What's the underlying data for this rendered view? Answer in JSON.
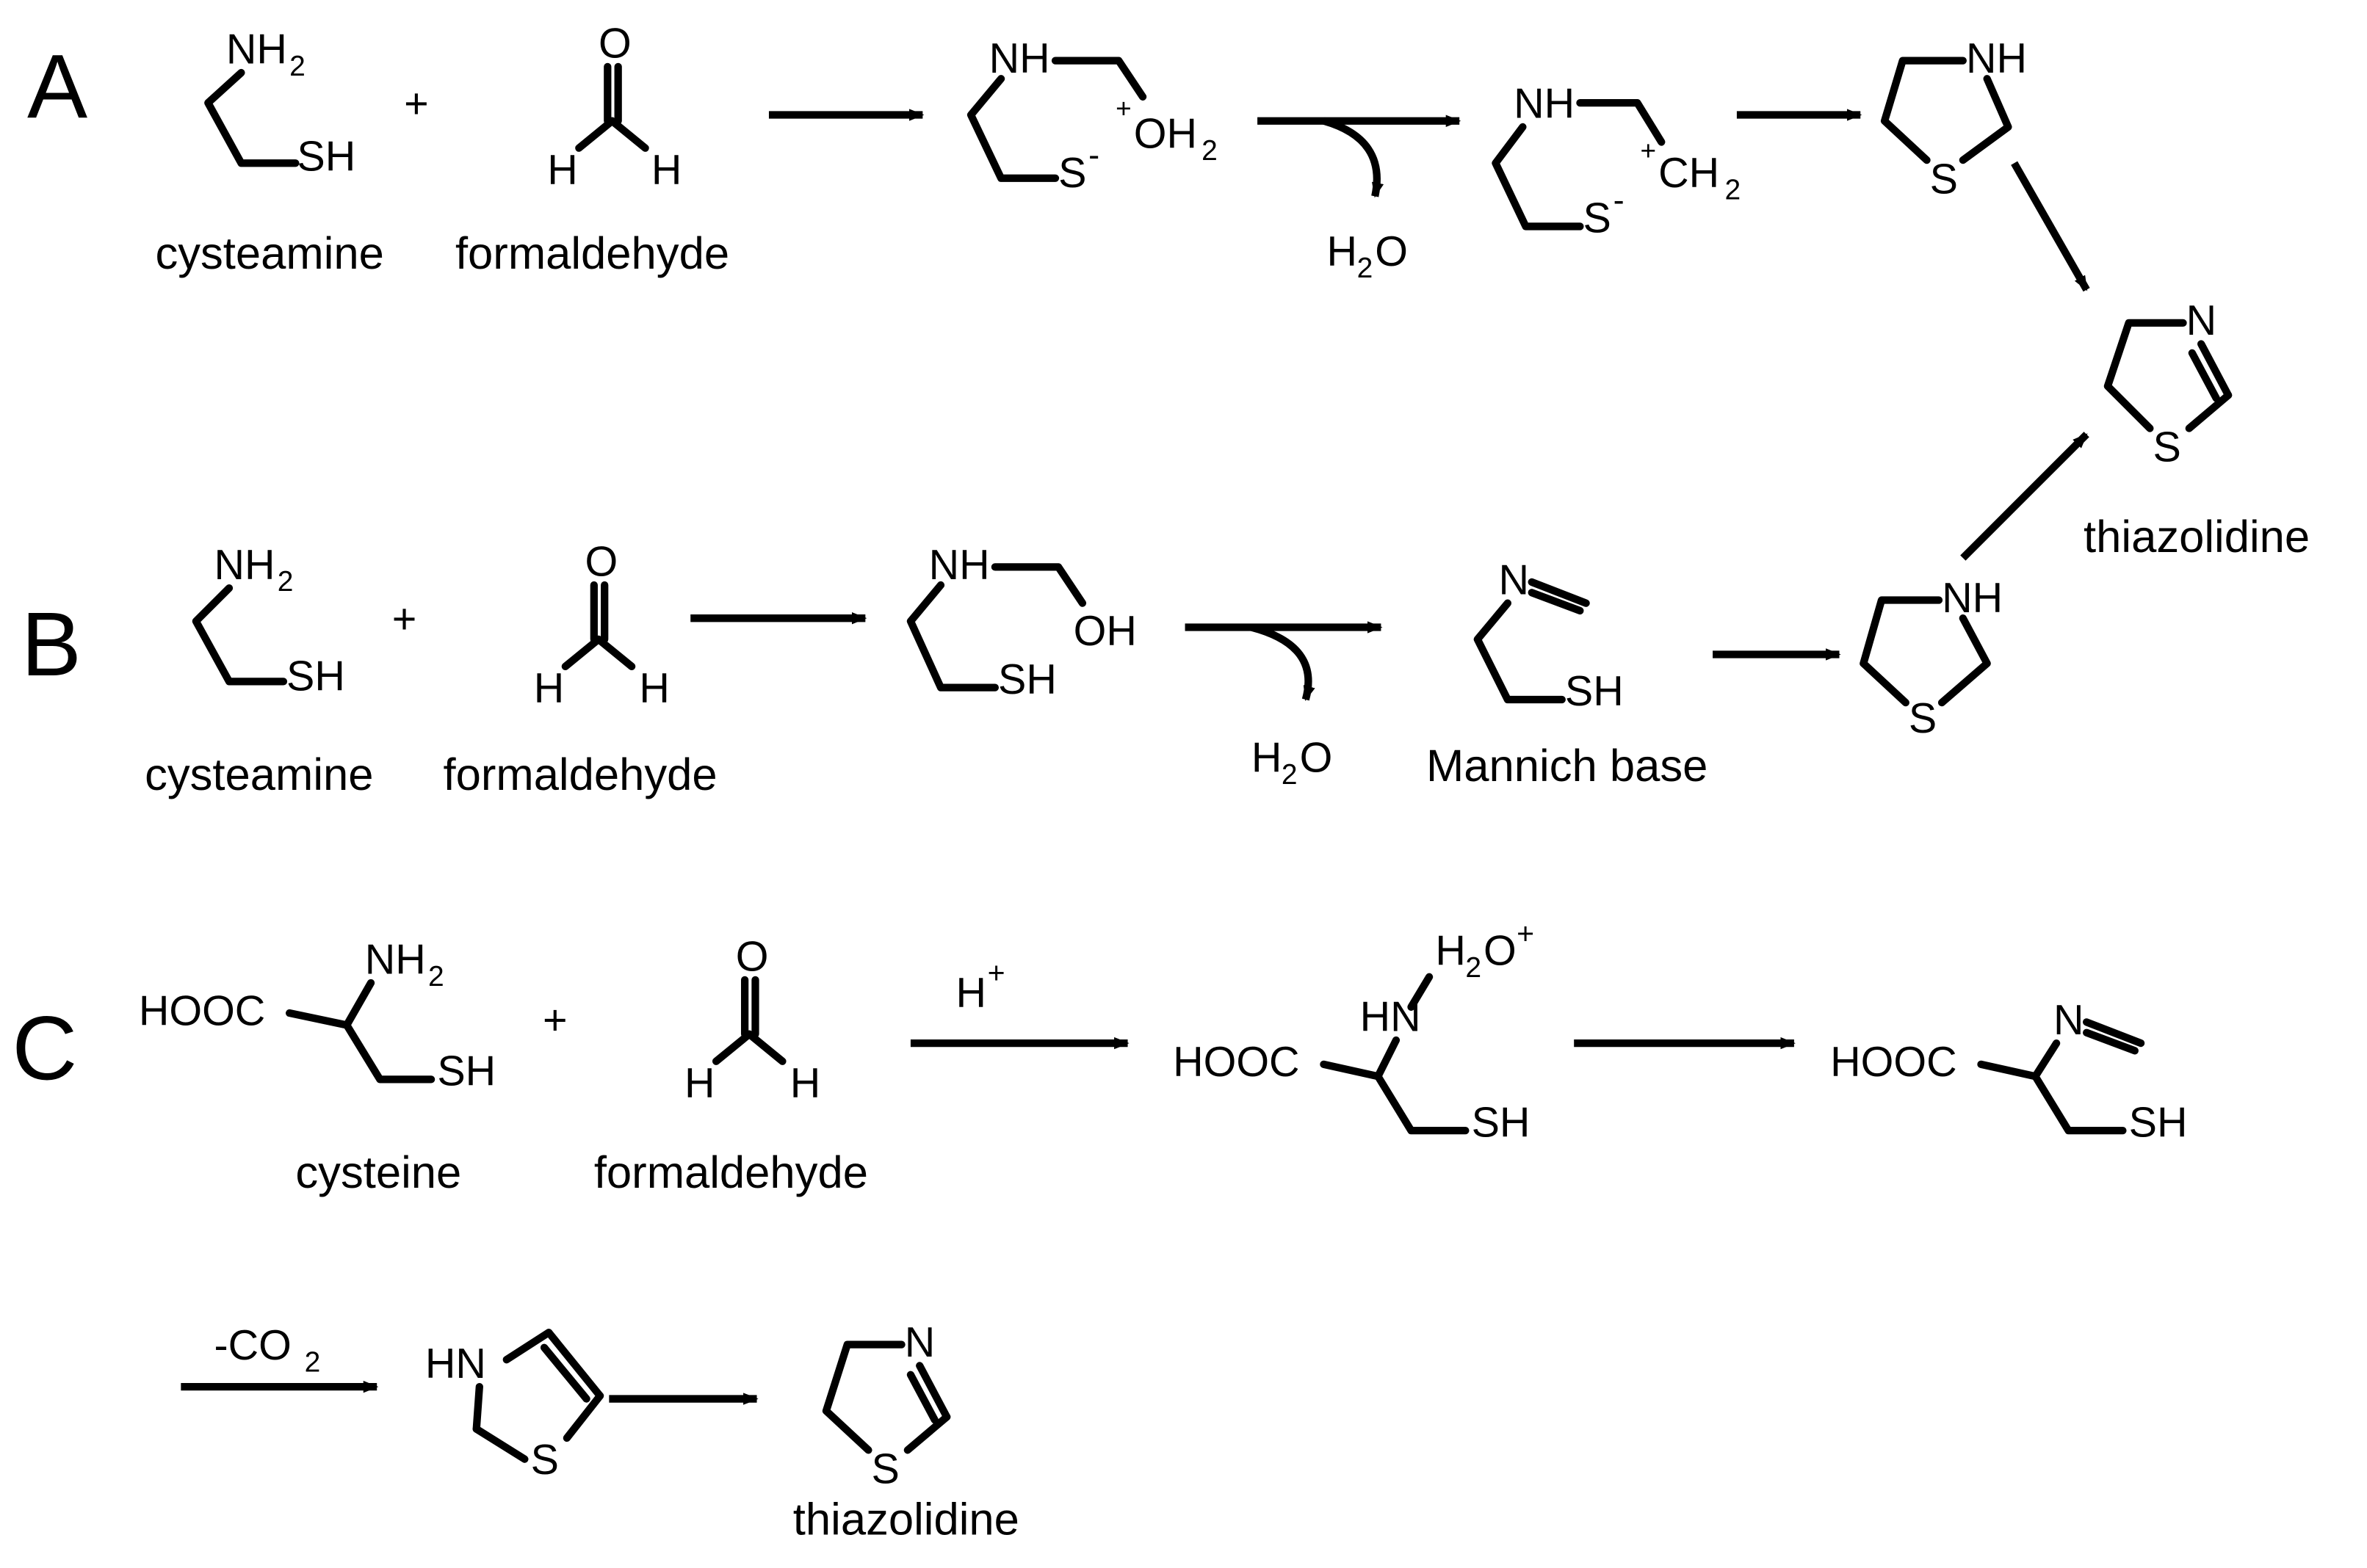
{
  "panels": {
    "a": "A",
    "b": "B",
    "c": "C"
  },
  "atoms": {
    "nh2": "NH",
    "sh": "SH",
    "nh": "NH",
    "hn": "HN",
    "n": "N",
    "s": "S",
    "o": "O",
    "h": "H",
    "oh": "OH",
    "oh_plus": "OH",
    "ch": "CH",
    "hooc": "HOOC",
    "h2o_h": "H",
    "h2o_o": "O",
    "co2": "-CO",
    "sub_2": "2",
    "sup_plus": "+",
    "sup_minus": "-"
  },
  "labels": {
    "cysteamine": "cysteamine",
    "formaldehyde": "formaldehyde",
    "cysteine": "cysteine",
    "mannich_base": "Mannich base",
    "thiazolidine": "thiazolidine",
    "plus": "+",
    "h_plus_h": "H",
    "h_plus_sup": "+"
  },
  "colors": {
    "ink": "#000000",
    "background": "#ffffff"
  }
}
